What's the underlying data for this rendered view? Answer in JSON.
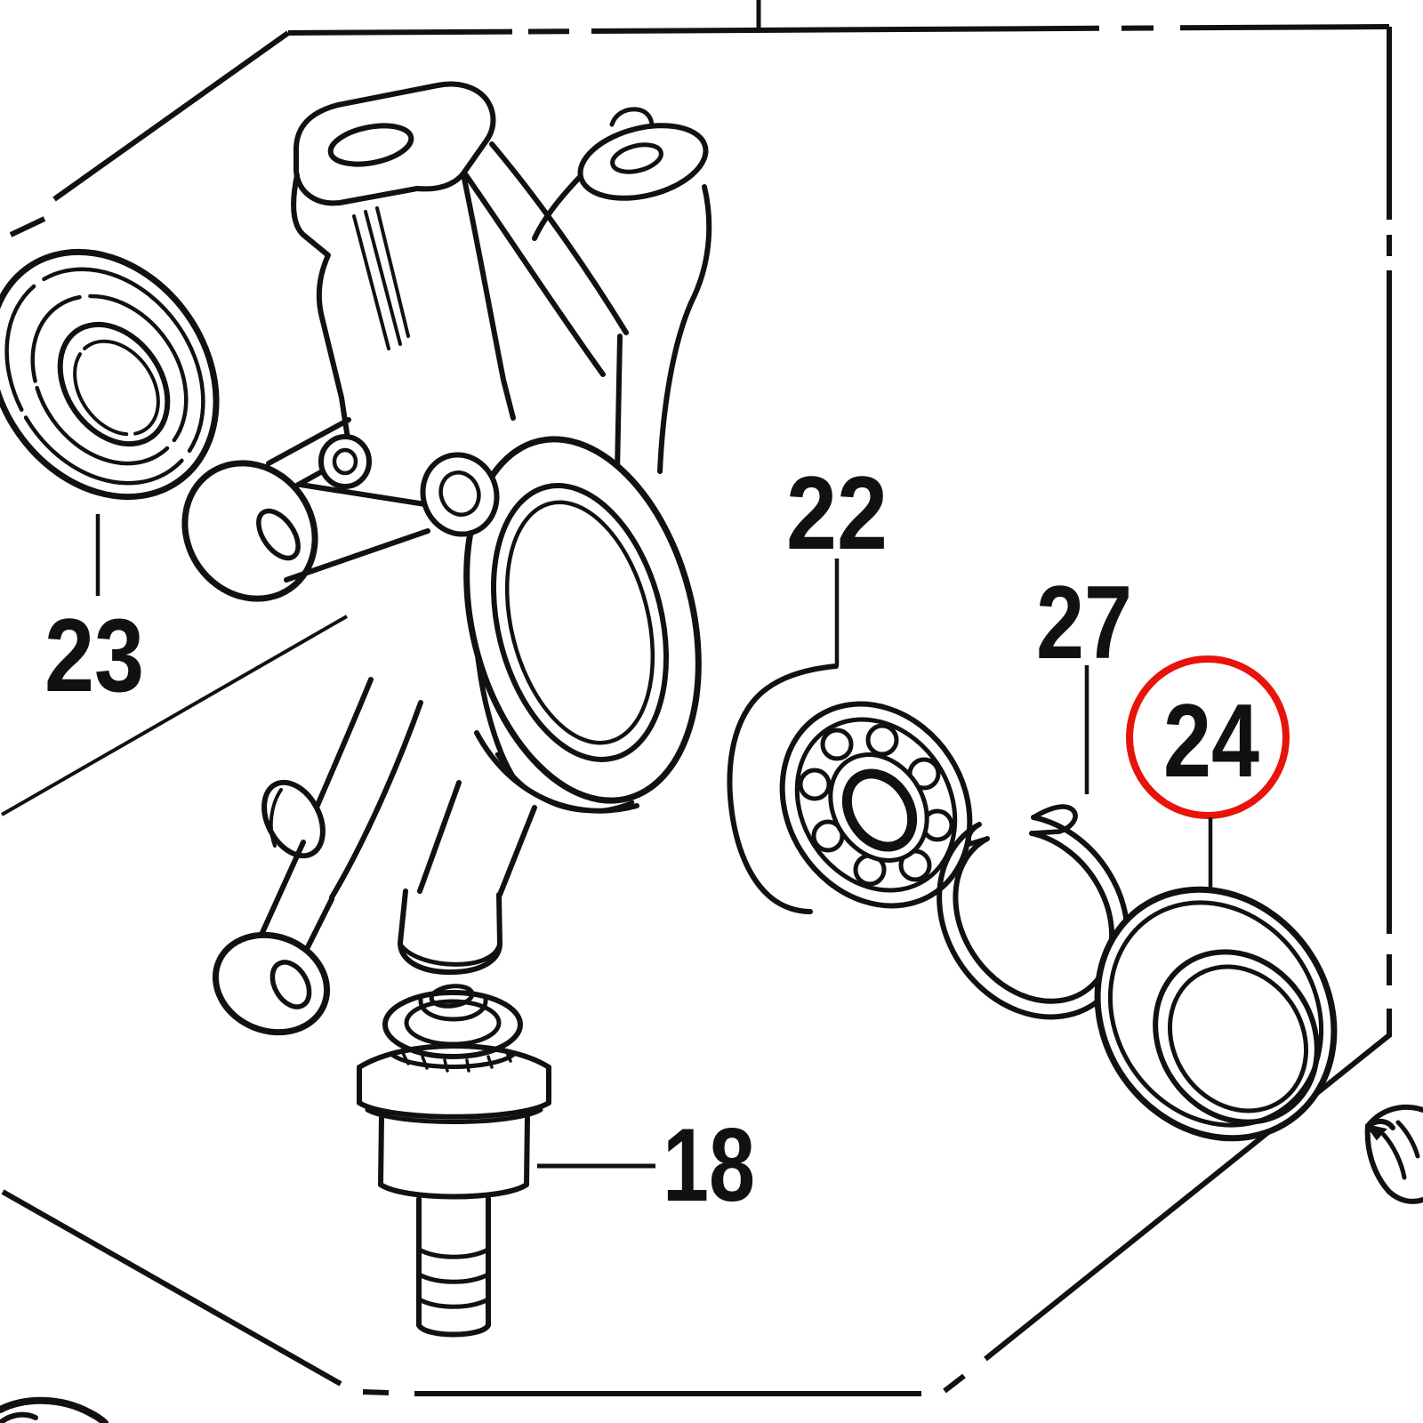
{
  "diagram": {
    "description": "exploded-parts-diagram",
    "background_color": "#ffffff",
    "line_color": "#111111",
    "highlight_color": "#e8130a",
    "parts": [
      {
        "label": "23",
        "name": "oil-seal-inboard"
      },
      {
        "label": "22",
        "name": "hub-bearing"
      },
      {
        "label": "27",
        "name": "snap-ring"
      },
      {
        "label": "24",
        "name": "oil-seal-outboard",
        "highlighted": true
      },
      {
        "label": "18",
        "name": "lower-ball-joint"
      }
    ]
  }
}
